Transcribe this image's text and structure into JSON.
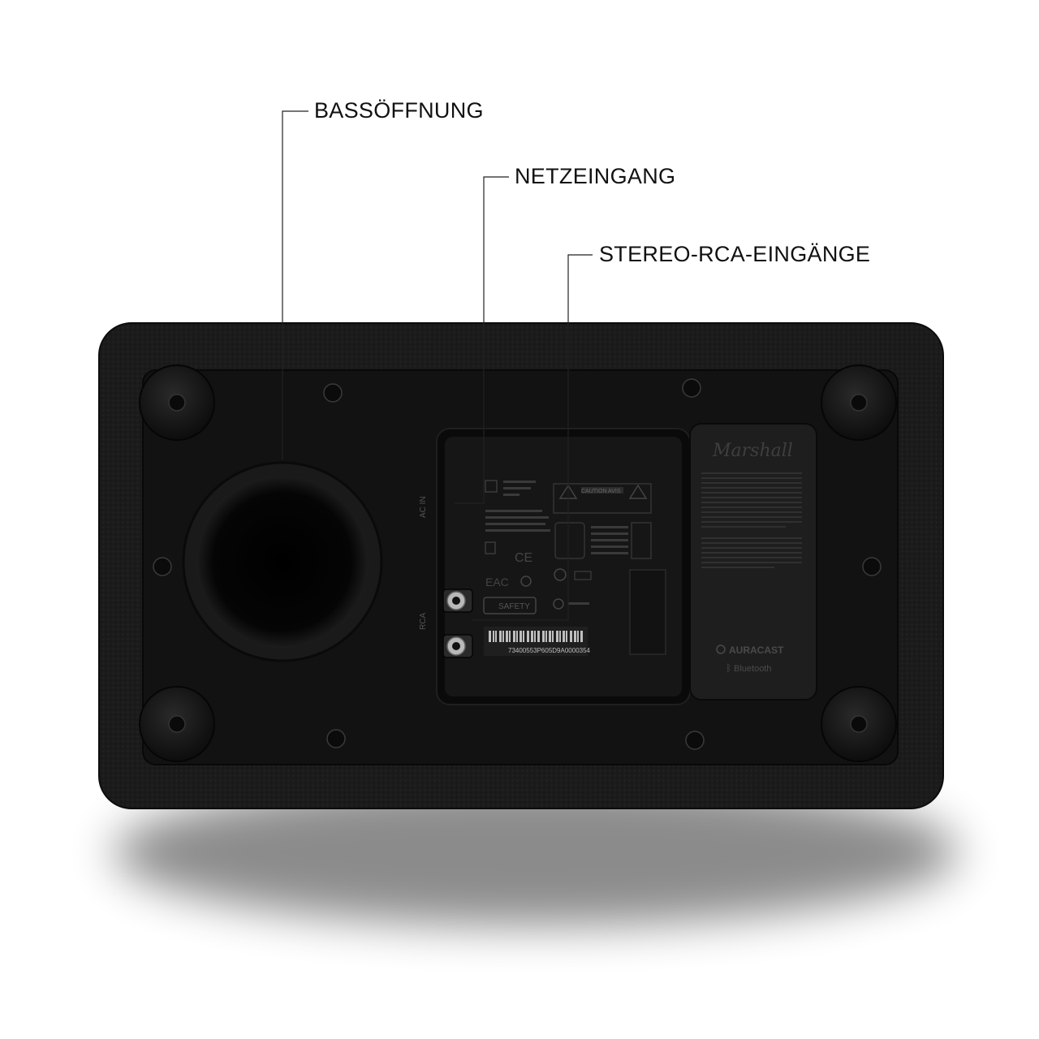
{
  "callouts": {
    "bass_port": "BASSÖFFNUNG",
    "power_input": "NETZEINGANG",
    "rca_inputs": "STEREO-RCA-EINGÄNGE"
  },
  "panel": {
    "ac_in": "AC IN",
    "rca": "RCA",
    "caution": "CAUTION AVIS",
    "safety": "SAFETY",
    "barcode": "73400553P605D9A0000354",
    "brand": "Marshall",
    "auracast": "AURACAST",
    "bluetooth": "Bluetooth"
  },
  "colors": {
    "body": "#1b1b1b",
    "panel": "#0f0f0f",
    "label_plate": "#1e1e1e",
    "callout_line": "#222222",
    "text": "#111111"
  }
}
